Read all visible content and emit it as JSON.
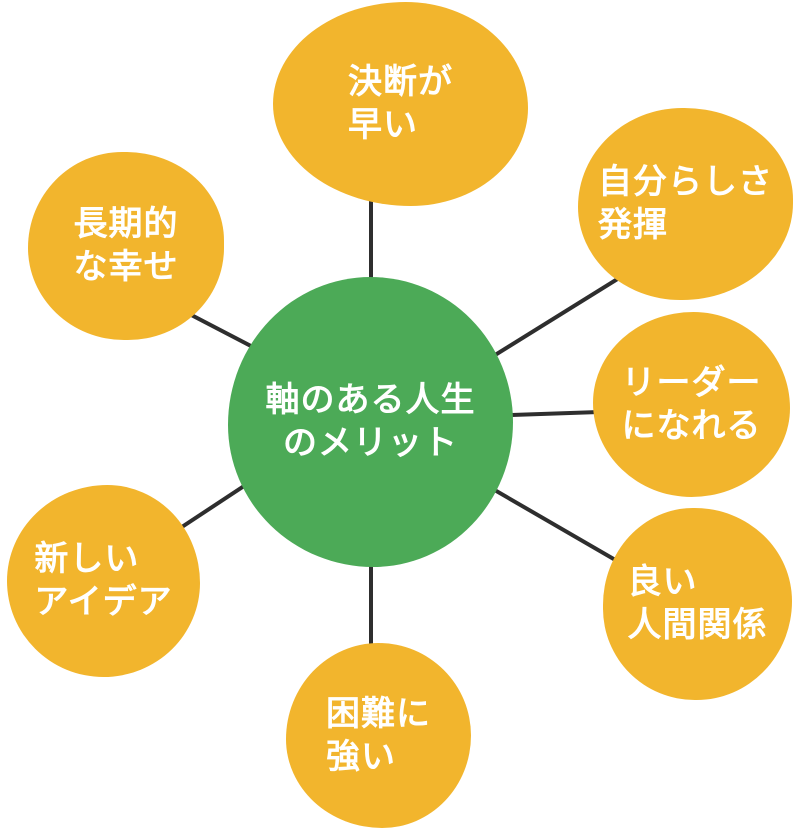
{
  "diagram": {
    "type": "mind-map",
    "background_color": "#FFFFFF",
    "connector_color": "#2E2E2E",
    "text_color": "#FFFFFF",
    "center": {
      "label": "軸のある人生\nのメリット",
      "color": "#4CAA57"
    },
    "satellite_color": "#F2B52D",
    "satellites": [
      {
        "id": "top",
        "label": "決断が\n早い"
      },
      {
        "id": "top-right",
        "label": "自分らしさ\n発揮"
      },
      {
        "id": "right",
        "label": "リーダー\nになれる"
      },
      {
        "id": "bottom-right",
        "label": "良い\n人間関係"
      },
      {
        "id": "bottom",
        "label": "困難に\n強い"
      },
      {
        "id": "bottom-left",
        "label": "新しい\nアイデア"
      },
      {
        "id": "top-left",
        "label": "長期的\nな幸せ"
      }
    ]
  }
}
